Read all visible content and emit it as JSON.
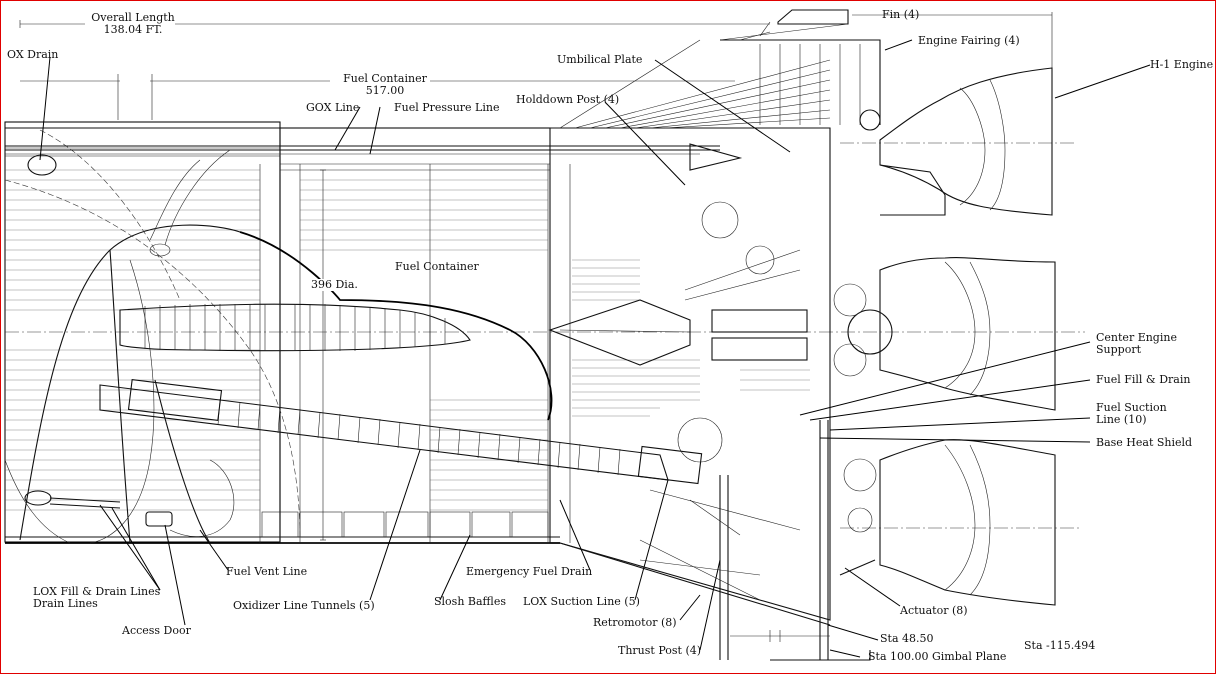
{
  "figure": {
    "labels": {
      "overall_length": "Overall Length",
      "overall_length_value": "138.04 FT.",
      "fin": "Fin (4)",
      "engine_fairing": "Engine Fairing (4)",
      "h1_engine": "H-1 Engine",
      "lox_drain": "OX Drain",
      "umbilical_plate": "Umbilical Plate",
      "fuel_container_top": "Fuel Container",
      "fuel_container_top_value": "517.00",
      "holddown_post": "Holddown Post (4)",
      "gox_line": "GOX Line",
      "fuel_pressure_line": "Fuel Pressure Line",
      "fuel_container": "Fuel Container",
      "diameter": "396 Dia.",
      "center_engine_support": "Center Engine\nSupport",
      "fuel_fill_drain": "Fuel Fill & Drain",
      "fuel_suction_line": "Fuel Suction\nLine (10)",
      "base_heat_shield": "Base Heat Shield",
      "fuel_vent_line": "Fuel Vent Line",
      "emergency_fuel_drain": "Emergency Fuel Drain",
      "lox_fill_drain": "LOX Fill & Drain Lines\nDrain Lines",
      "oxidizer_line_tunnels": "Oxidizer Line Tunnels (5)",
      "slosh_baffles": "Slosh Baffles",
      "lox_suction_line": "LOX Suction Line (5)",
      "actuator": "Actuator (8)",
      "access_door": "Access Door",
      "retromotor": "Retromotor (8)",
      "sta_4850": "Sta 48.50",
      "sta_m115": "Sta -115.494",
      "thrust_post": "Thrust Post (4)",
      "sta_gimbal": "Sta 100.00 Gimbal Plane"
    }
  }
}
